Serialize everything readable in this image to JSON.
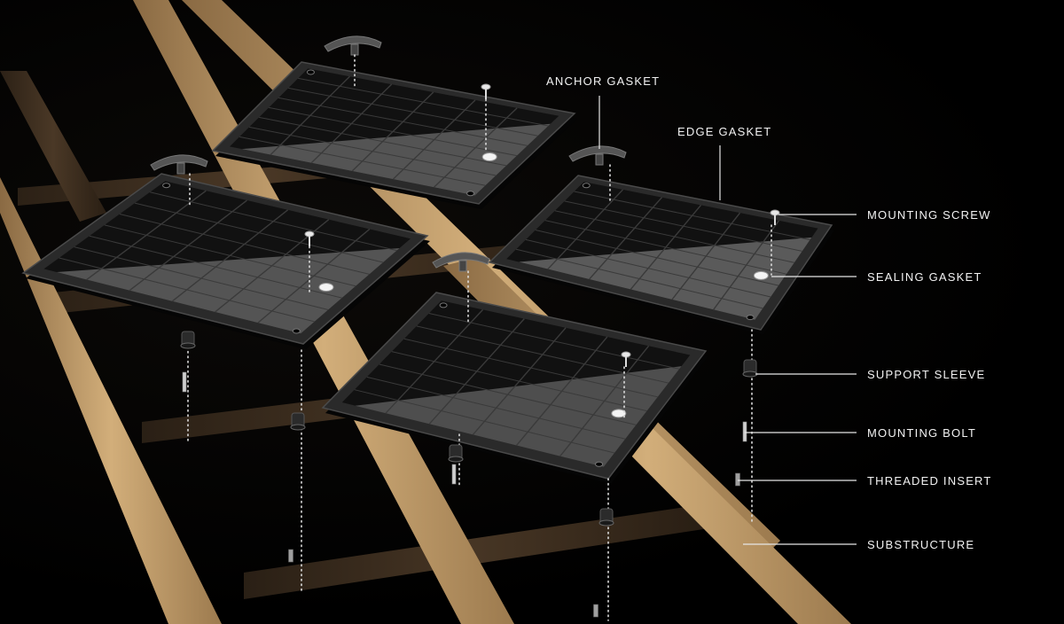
{
  "callouts": {
    "anchor_gasket": "ANCHOR GASKET",
    "edge_gasket": "EDGE GASKET",
    "mounting_screw": "MOUNTING SCREW",
    "sealing_gasket": "SEALING GASKET",
    "support_sleeve": "SUPPORT SLEEVE",
    "mounting_bolt": "MOUNTING BOLT",
    "threaded_insert": "THREADED INSERT",
    "substructure": "SUBSTRUCTURE"
  },
  "colors": {
    "background": "#000000",
    "timber": "#c9a573",
    "timber_shadow": "#7a5f3c",
    "panel_frame": "#2a2a2a",
    "cell_dark": "#111111",
    "cell_lit": "#8c8c8c",
    "leader_line": "#e6e6e6",
    "label_text": "#f2f2f2"
  }
}
